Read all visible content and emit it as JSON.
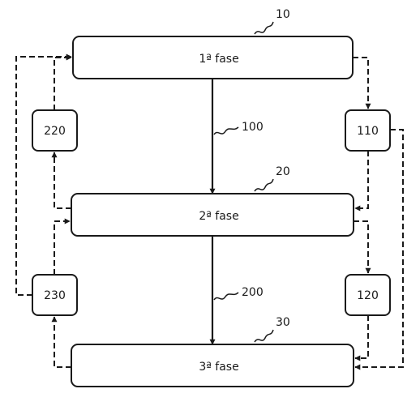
{
  "phases": [
    {
      "ref": "10",
      "label": "1ª fase"
    },
    {
      "ref": "20",
      "label": "2ª fase"
    },
    {
      "ref": "30",
      "label": "3ª fase"
    }
  ],
  "transitions": [
    {
      "ref": "100"
    },
    {
      "ref": "200"
    }
  ],
  "side_boxes": [
    {
      "label": "220"
    },
    {
      "label": "110"
    },
    {
      "label": "230"
    },
    {
      "label": "120"
    }
  ],
  "colors": {
    "stroke": "#1a1a1a",
    "background": "#ffffff"
  }
}
